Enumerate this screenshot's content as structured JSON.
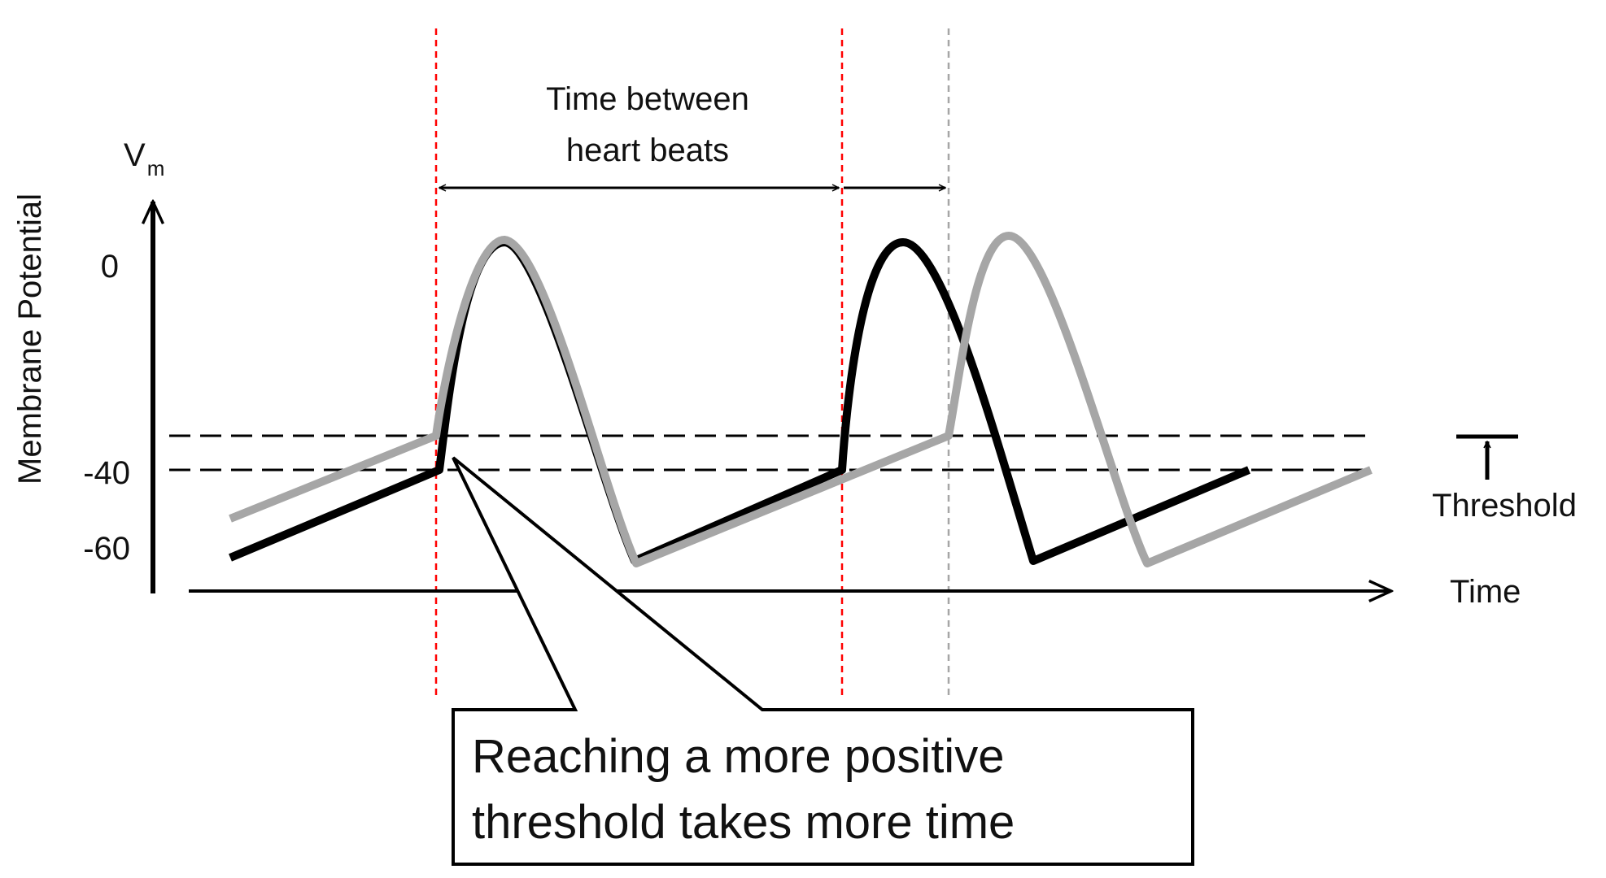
{
  "axes": {
    "y_label": "Membrane Potential",
    "y_symbol": "V",
    "y_symbol_subscript": "m",
    "x_label": "Time",
    "y_ticks": [
      "0",
      "-40",
      "-60"
    ]
  },
  "annotations": {
    "interval_line1": "Time between",
    "interval_line2": "heart beats",
    "threshold_label": "Threshold",
    "callout_line1": "Reaching a more positive",
    "callout_line2": "threshold takes more time"
  },
  "colors": {
    "original_trace": "#000000",
    "shifted_trace": "#a6a6a6",
    "beat_markers": "#ff0000",
    "shifted_marker": "#a6a6a6",
    "threshold_lines": "#000000"
  }
}
